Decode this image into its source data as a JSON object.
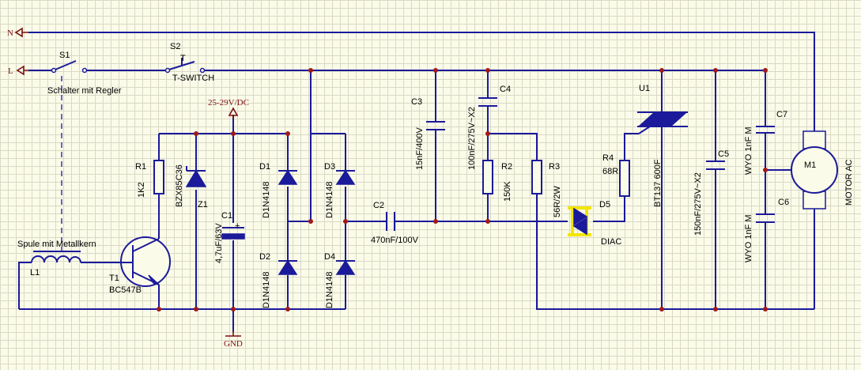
{
  "ports": {
    "n": "N",
    "l": "L",
    "vdc": "25-29V/DC",
    "gnd": "GND"
  },
  "switches": {
    "s1": {
      "ref": "S1",
      "desc": "Schalter mit Regler"
    },
    "s2": {
      "ref": "S2",
      "desc": "T-SWITCH",
      "mark": "T"
    }
  },
  "inductor": {
    "ref": "L1",
    "desc": "Spule mit Metallkern"
  },
  "transistor": {
    "ref": "T1",
    "value": "BC547B"
  },
  "resistors": [
    {
      "ref": "R1",
      "value": "1K2"
    },
    {
      "ref": "R2",
      "value": "150K"
    },
    {
      "ref": "R3",
      "value": "56R/2W"
    },
    {
      "ref": "R4",
      "value": "68R"
    }
  ],
  "zener": {
    "ref": "Z1",
    "value": "BZX85C36"
  },
  "diodes": [
    {
      "ref": "D1",
      "value": "D1N4148"
    },
    {
      "ref": "D2",
      "value": "D1N4148"
    },
    {
      "ref": "D3",
      "value": "D1N4148"
    },
    {
      "ref": "D4",
      "value": "D1N4148"
    },
    {
      "ref": "D5",
      "value": "DIAC"
    }
  ],
  "capacitors": [
    {
      "ref": "C1",
      "value": "4,7uF/63V"
    },
    {
      "ref": "C2",
      "value": "470nF/100V"
    },
    {
      "ref": "C3",
      "value": "15nF/400V"
    },
    {
      "ref": "C4",
      "value": "100nF/275V~X2"
    },
    {
      "ref": "C5",
      "value": "150nF/275V~X2"
    },
    {
      "ref": "C6",
      "value": "WYO 1nF M"
    },
    {
      "ref": "C7",
      "value": "WYO 1nF M"
    }
  ],
  "triac": {
    "ref": "U1",
    "value": "BT137 600F"
  },
  "motor": {
    "ref": "M1",
    "value": "MOTOR AC"
  },
  "colors": {
    "wire": "#1a1a9a",
    "junction": "#a01a1a",
    "port": "#7a1010",
    "diac": "#f2e600",
    "grid": "#d9d9c6",
    "background": "#fbfbe9"
  }
}
